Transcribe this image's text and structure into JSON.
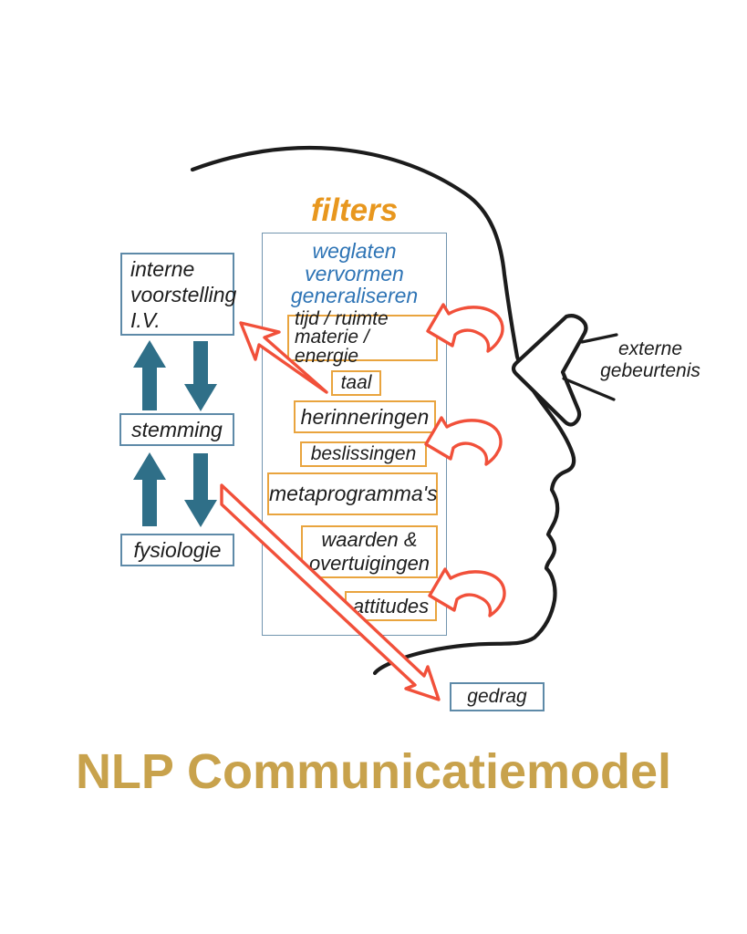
{
  "colors": {
    "orange": "#E8971E",
    "orange-border": "#E9A43E",
    "blue-text": "#2E74B5",
    "steel-border": "#5E8AA8",
    "panel-border": "#7295AF",
    "teal": "#2F6F88",
    "red": "#F1503A",
    "ink": "#1C1C1C",
    "gold": "#C8A24C"
  },
  "heading": {
    "filters": "filters"
  },
  "panel": {
    "words": {
      "l1": "weglaten",
      "l2": "vervormen",
      "l3": "generaliseren"
    }
  },
  "filters": {
    "tijd": {
      "l1": "tijd / ruimte",
      "l2": "materie / energie"
    },
    "taal": "taal",
    "herinneringen": "herinneringen",
    "beslissingen": "beslissingen",
    "metaprogrammas": "metaprogramma's",
    "waarden": {
      "l1": "waarden &",
      "l2": "overtuigingen"
    },
    "attitudes": "attitudes"
  },
  "left": {
    "iv": {
      "l1": "interne",
      "l2": "voorstelling",
      "l3": "I.V."
    },
    "stemming": "stemming",
    "fysiologie": "fysiologie"
  },
  "external": {
    "l1": "externe",
    "l2": "gebeurtenis"
  },
  "gedrag": "gedrag",
  "title": "NLP Communicatiemodel"
}
